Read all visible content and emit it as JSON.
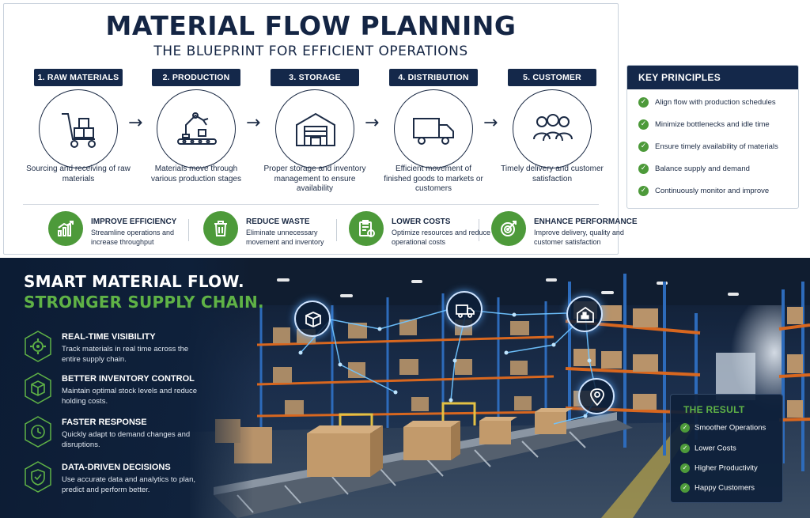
{
  "header": {
    "title": "MATERIAL FLOW PLANNING",
    "subtitle": "THE BLUEPRINT FOR EFFICIENT OPERATIONS"
  },
  "steps": [
    {
      "label": "1. RAW MATERIALS",
      "desc": "Sourcing and receiving of raw materials",
      "icon": "hand-truck-icon"
    },
    {
      "label": "2. PRODUCTION",
      "desc": "Materials move through various production stages",
      "icon": "robot-arm-conveyor-icon"
    },
    {
      "label": "3. STORAGE",
      "desc": "Proper storage and inventory management to ensure availability",
      "icon": "warehouse-icon"
    },
    {
      "label": "4. DISTRIBUTION",
      "desc": "Efficient movement of finished goods to markets or customers",
      "icon": "delivery-truck-icon"
    },
    {
      "label": "5. CUSTOMER",
      "desc": "Timely delivery and customer satisfaction",
      "icon": "people-group-icon"
    }
  ],
  "benefits": [
    {
      "title": "IMPROVE EFFICIENCY",
      "desc": "Streamline operations and increase throughput",
      "icon": "growth-chart-icon"
    },
    {
      "title": "REDUCE WASTE",
      "desc": "Eliminate unnecessary movement and inventory",
      "icon": "trash-bin-icon"
    },
    {
      "title": "LOWER COSTS",
      "desc": "Optimize resources and reduce operational costs",
      "icon": "cost-clipboard-icon"
    },
    {
      "title": "ENHANCE PERFORMANCE",
      "desc": "Improve delivery, quality and customer satisfaction",
      "icon": "target-icon"
    }
  ],
  "key_principles": {
    "title": "KEY PRINCIPLES",
    "items": [
      "Align flow with production schedules",
      "Minimize bottlenecks and idle time",
      "Ensure timely availability of materials",
      "Balance supply and demand",
      "Continuously monitor and improve"
    ]
  },
  "banner": {
    "headline_line1": "SMART MATERIAL FLOW.",
    "headline_line2": "STRONGER SUPPLY CHAIN.",
    "features": [
      {
        "title": "REAL-TIME VISIBILITY",
        "desc": "Track materials in real time across the entire supply chain.",
        "icon": "gear-icon"
      },
      {
        "title": "BETTER INVENTORY CONTROL",
        "desc": "Maintain optimal stock levels and reduce holding costs.",
        "icon": "box-icon"
      },
      {
        "title": "FASTER RESPONSE",
        "desc": "Quickly adapt to demand changes and disruptions.",
        "icon": "clock-icon"
      },
      {
        "title": "DATA-DRIVEN DECISIONS",
        "desc": "Use accurate data and analytics to plan, predict and perform better.",
        "icon": "shield-check-icon"
      }
    ],
    "network_icons": [
      "package-icon",
      "truck-icon",
      "warehouse-icon",
      "location-pin-icon"
    ]
  },
  "result": {
    "title": "THE RESULT",
    "items": [
      "Smoother Operations",
      "Lower Costs",
      "Higher Productivity",
      "Happy Customers"
    ]
  },
  "colors": {
    "navy": "#14284a",
    "green": "#4d9a3a",
    "bright_green": "#5fb246",
    "glow_blue": "#5aaaff"
  }
}
